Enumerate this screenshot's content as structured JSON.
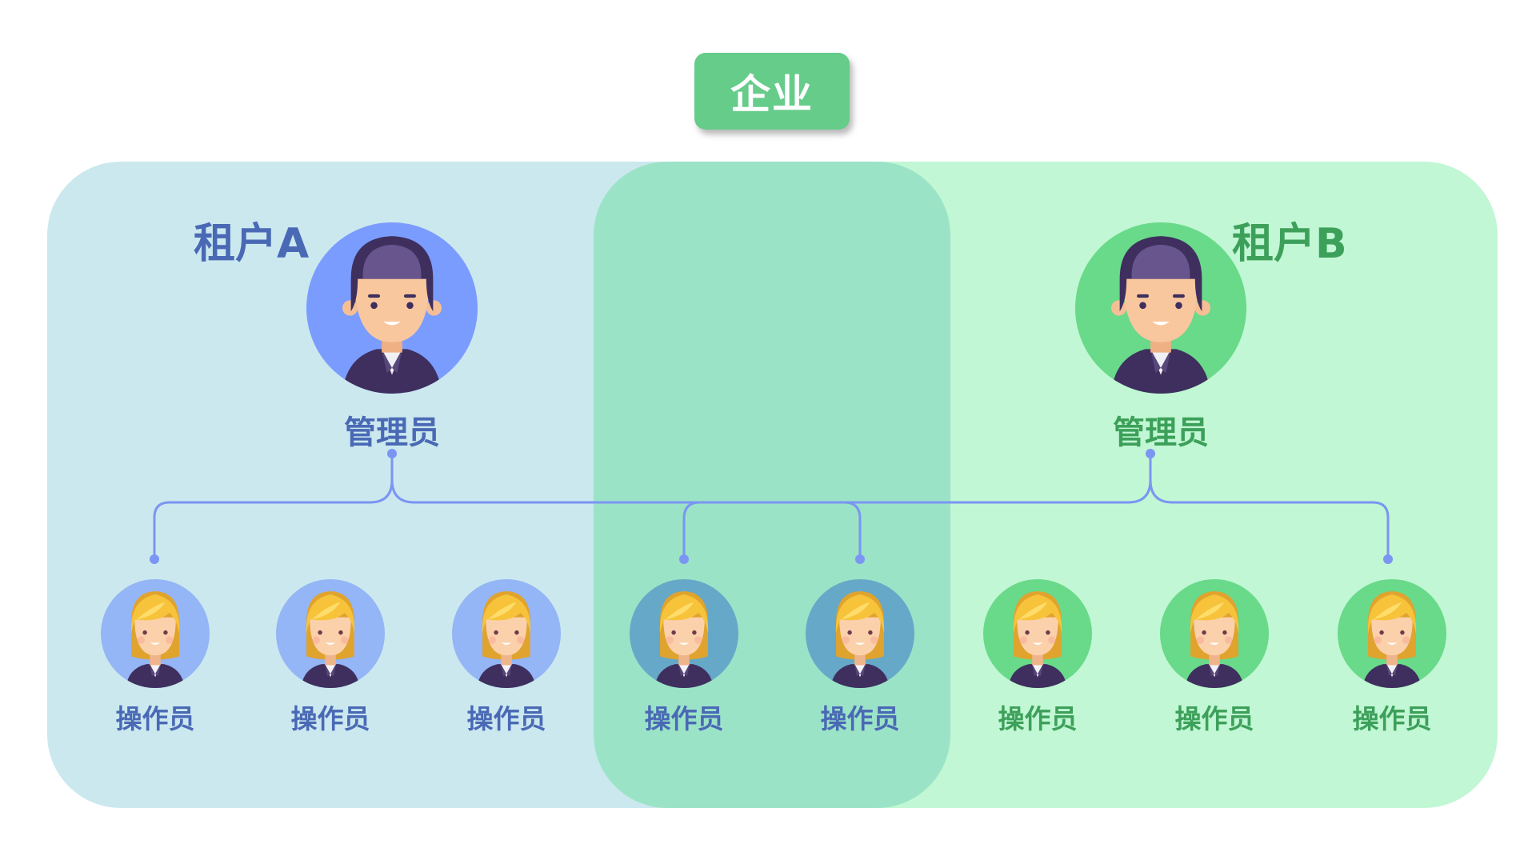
{
  "enterprise": {
    "label": "企业"
  },
  "tenants": [
    {
      "title": "租户A",
      "admin_label": "管理员",
      "color": "#4a69b5",
      "avatar_bg": "#7b9cff"
    },
    {
      "title": "租户B",
      "admin_label": "管理员",
      "color": "#3da05a",
      "avatar_bg": "#69d98a"
    }
  ],
  "operators": [
    {
      "label": "操作员",
      "group": "tenant-a",
      "avatar_bg": "#94b5f6"
    },
    {
      "label": "操作员",
      "group": "tenant-a",
      "avatar_bg": "#94b5f6"
    },
    {
      "label": "操作员",
      "group": "tenant-a",
      "avatar_bg": "#94b5f6"
    },
    {
      "label": "操作员",
      "group": "shared",
      "avatar_bg": "#66a8c8"
    },
    {
      "label": "操作员",
      "group": "shared",
      "avatar_bg": "#66a8c8"
    },
    {
      "label": "操作员",
      "group": "tenant-b",
      "avatar_bg": "#69d98a"
    },
    {
      "label": "操作员",
      "group": "tenant-b",
      "avatar_bg": "#69d98a"
    },
    {
      "label": "操作员",
      "group": "tenant-b",
      "avatar_bg": "#69d98a"
    }
  ],
  "colors": {
    "tenant_a_region": "#cbe8ef",
    "tenant_b_region": "#c1f7d4",
    "shared_region": "#9be3c7",
    "connector": "#7b95f2",
    "enterprise_box": "#66cc8a"
  }
}
